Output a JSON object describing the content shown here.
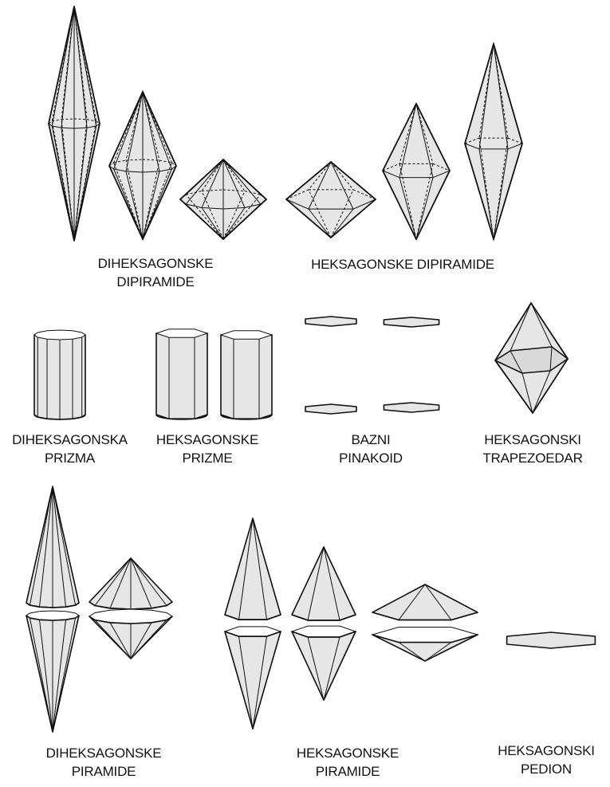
{
  "labels": {
    "dihexagonal_dipyramids": [
      "DIHEKSAGONSKE",
      "DIPIRAMIDE"
    ],
    "hexagonal_dipyramids": [
      "HEKSAGONSKE DIPIRAMIDE"
    ],
    "dihexagonal_prism": [
      "DIHEKSAGONSKA",
      "PRIZMA"
    ],
    "hexagonal_prisms": [
      "HEKSAGONSKE",
      "PRIZME"
    ],
    "basal_pinacoid": [
      "BAZNI",
      "PINAKOID"
    ],
    "hexagonal_trapezohedron": [
      "HEKSAGONSKI",
      "TRAPEZOEDAR"
    ],
    "dihexagonal_pyramids": [
      "DIHEKSAGONSKE",
      "PIRAMIDE"
    ],
    "hexagonal_pyramids": [
      "HEKSAGONSKE",
      "PIRAMIDE"
    ],
    "hexagonal_pedion": [
      "HEKSAGONSKI",
      "PEDION"
    ]
  },
  "colors": {
    "face": "#e6e6e6",
    "line": "#111111",
    "background": "#ffffff"
  }
}
